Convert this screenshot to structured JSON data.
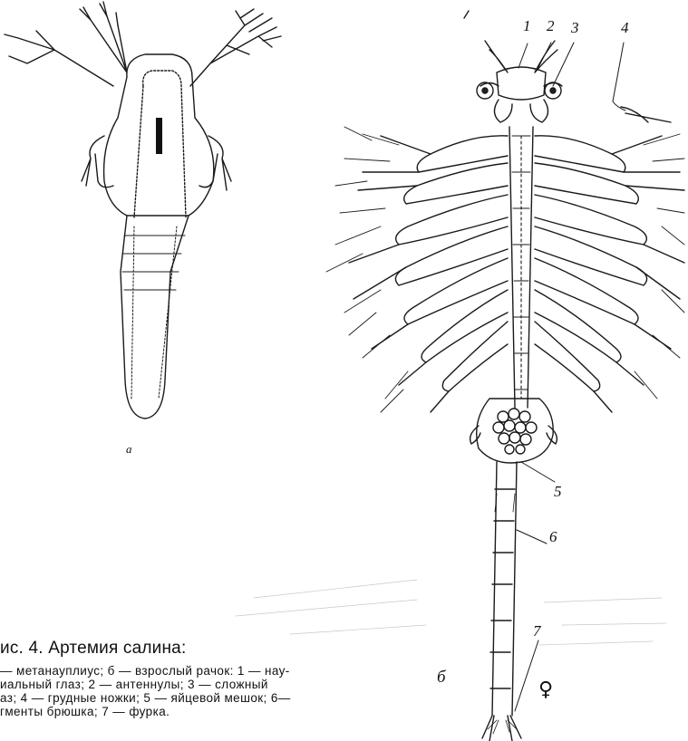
{
  "figure": {
    "sub_labels": {
      "a": "а",
      "b": "б"
    },
    "part_numbers": [
      "1",
      "2",
      "3",
      "4",
      "5",
      "6",
      "7"
    ],
    "sex_symbol": "♀"
  },
  "caption": {
    "title": "ис. 4. Артемия салина:",
    "lines": [
      "— метанауплиус;  б — взрослый рачок:  1 — нау-",
      "иальный   глаз;   2 — антеннулы;   3 — сложный",
      "аз;  4 — грудные  ножки;  5 — яйцевой мешок;  6—",
      "гменты  брюшка;  7 — фурка."
    ]
  }
}
